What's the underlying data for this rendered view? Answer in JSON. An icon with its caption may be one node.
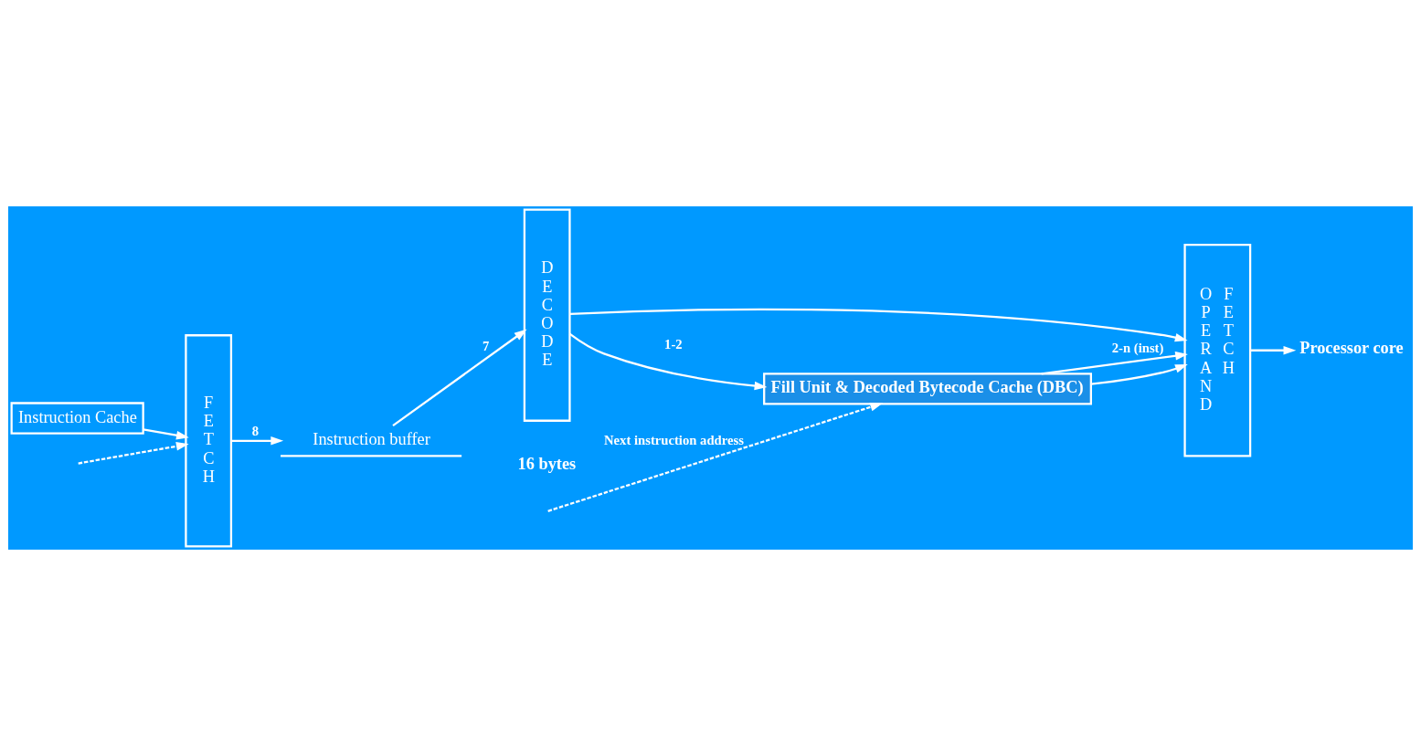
{
  "diagram": {
    "nodes": [
      {
        "text": [
          "Fill Unit & Decoded Bytecode Cache (DBC)"
        ]
      },
      {
        "text": [
          "Instruction Cache"
        ]
      },
      {
        "text": [
          "F E T C H"
        ]
      },
      {
        "text": [
          "D E C O D E"
        ]
      },
      {
        "text": [
          "O P E R A N D",
          "F E T C H"
        ]
      },
      {
        "text": [
          "Instruction buffer"
        ]
      },
      {
        "text": [
          "Processor core"
        ]
      }
    ],
    "edges": [
      {
        "from": 1,
        "to": 2,
        "arrow": "to"
      },
      {
        "from": 2,
        "to": 5,
        "arrow": "to",
        "label": "8"
      },
      {
        "from": 5,
        "to": 3,
        "arrow": "to",
        "label": "7"
      },
      {
        "from": 3,
        "to": 0,
        "arrow": "to",
        "label": "1-2"
      },
      {
        "from": 0,
        "to": 4,
        "arrow": "to",
        "label": "2-n (inst)"
      },
      {
        "from": 0,
        "to": 4,
        "arrow": "to"
      },
      {
        "from": 3,
        "to": 4,
        "arrow": "to"
      },
      {
        "from": 4,
        "to": 6,
        "arrow": "to"
      },
      {
        "from": null,
        "to": 2,
        "arrow": "to",
        "style": "dashed"
      },
      {
        "from": null,
        "to": 0,
        "arrow": "to",
        "style": "dashed",
        "label": "Next instruction address"
      }
    ],
    "labels": [
      "16 bytes"
    ]
  }
}
